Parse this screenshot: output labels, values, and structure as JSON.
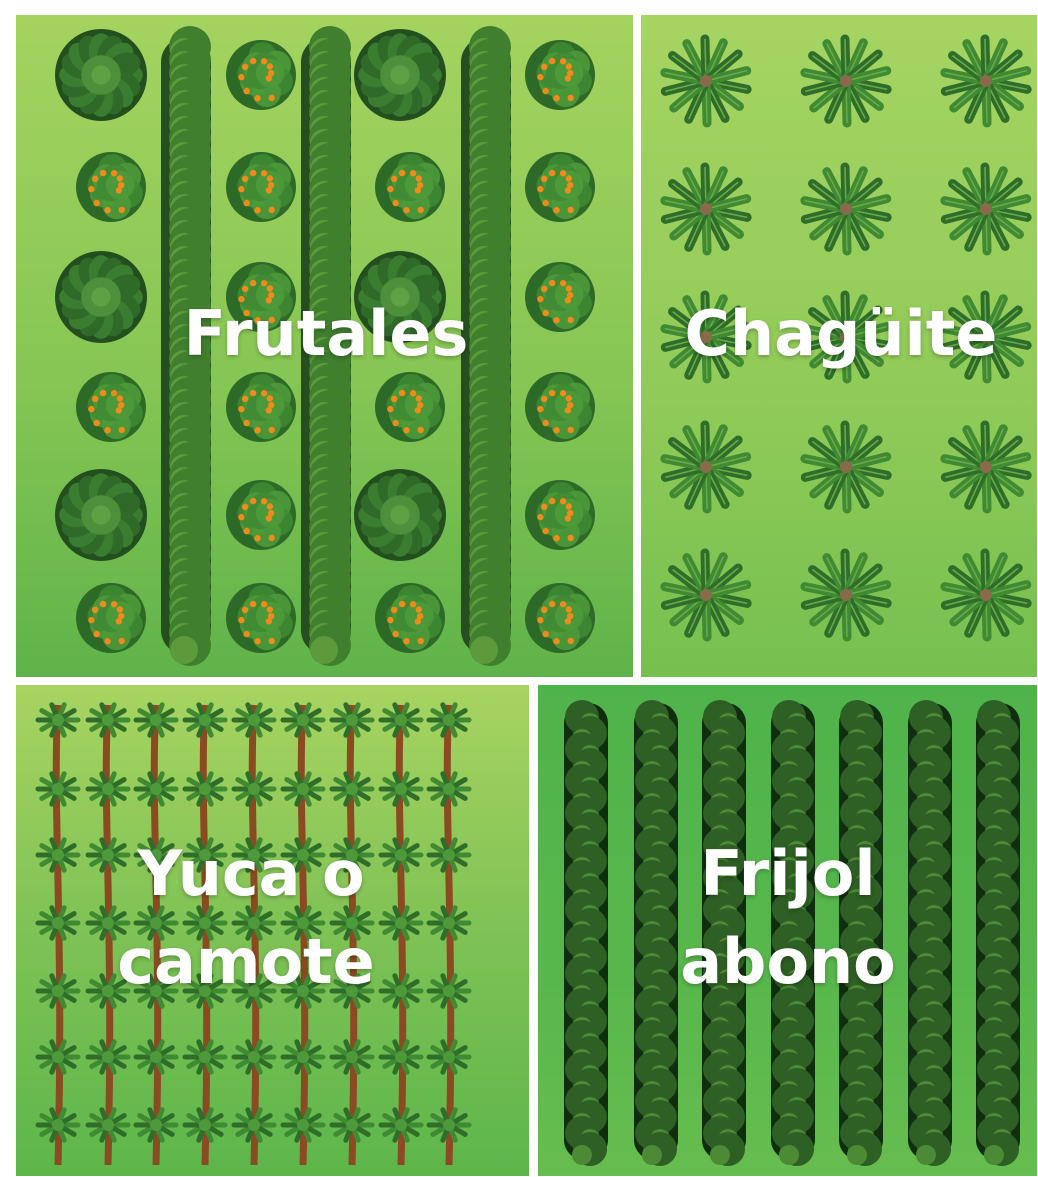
{
  "plots": {
    "frutales": {
      "label": "Frutales"
    },
    "chaguite": {
      "label": "Chagüite"
    },
    "yuca": {
      "line1": "Yuca o",
      "line2": "camote"
    },
    "frijol": {
      "line1": "Frijol",
      "line2": "abono"
    }
  },
  "colors": {
    "fruit": "#f08a1c",
    "leaf_dark": "#2f6e2a",
    "leaf_mid": "#4e9a3a",
    "leaf_light": "#7cc04f",
    "trunk": "#8b4a22",
    "hedge": "#3f7f2e"
  },
  "icons": [
    "citrus-tree-icon",
    "dark-shrub-icon",
    "hedge-row-icon",
    "banana-plant-icon",
    "cassava-plant-icon",
    "bean-row-icon"
  ]
}
